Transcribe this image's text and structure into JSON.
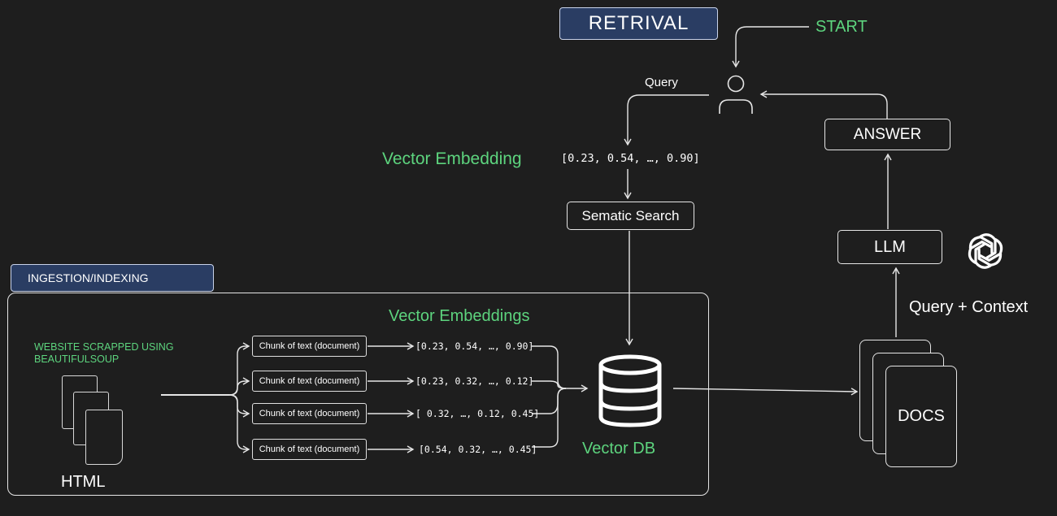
{
  "retrieval": {
    "header": "RETRIVAL",
    "start": "START",
    "query_label": "Query",
    "vector_embedding_label": "Vector Embedding",
    "query_vector": "[0.23, 0.54, …, 0.90]",
    "search_box": "Sematic Search",
    "answer_box": "ANSWER",
    "llm_box": "LLM",
    "query_context": "Query + Context",
    "docs_label": "DOCS"
  },
  "ingestion": {
    "header": "INGESTION/INDEXING",
    "vector_embeddings_label": "Vector Embeddings",
    "source_label_line1": "WEBSITE SCRAPPED USING",
    "source_label_line2": "BEAUTIFULSOUP",
    "html_label": "HTML",
    "chunks": [
      {
        "label": "Chunk of text (document)",
        "vector": "[0.23, 0.54, …, 0.90]"
      },
      {
        "label": "Chunk of text (document)",
        "vector": "[0.23, 0.32, …, 0.12]"
      },
      {
        "label": "Chunk of text (document)",
        "vector": "[ 0.32, …, 0.12, 0.45]"
      },
      {
        "label": "Chunk of text (document)",
        "vector": "[0.54, 0.32, …,  0.45]"
      }
    ],
    "vector_db_label": "Vector DB"
  },
  "colors": {
    "background": "#1e1e1e",
    "header_fill": "#2a3d63",
    "accent_green": "#5dd47e",
    "stroke": "#e6e6e6"
  },
  "icons": [
    "user-icon",
    "database-icon",
    "openai-logo-icon",
    "document-stack-icon"
  ]
}
